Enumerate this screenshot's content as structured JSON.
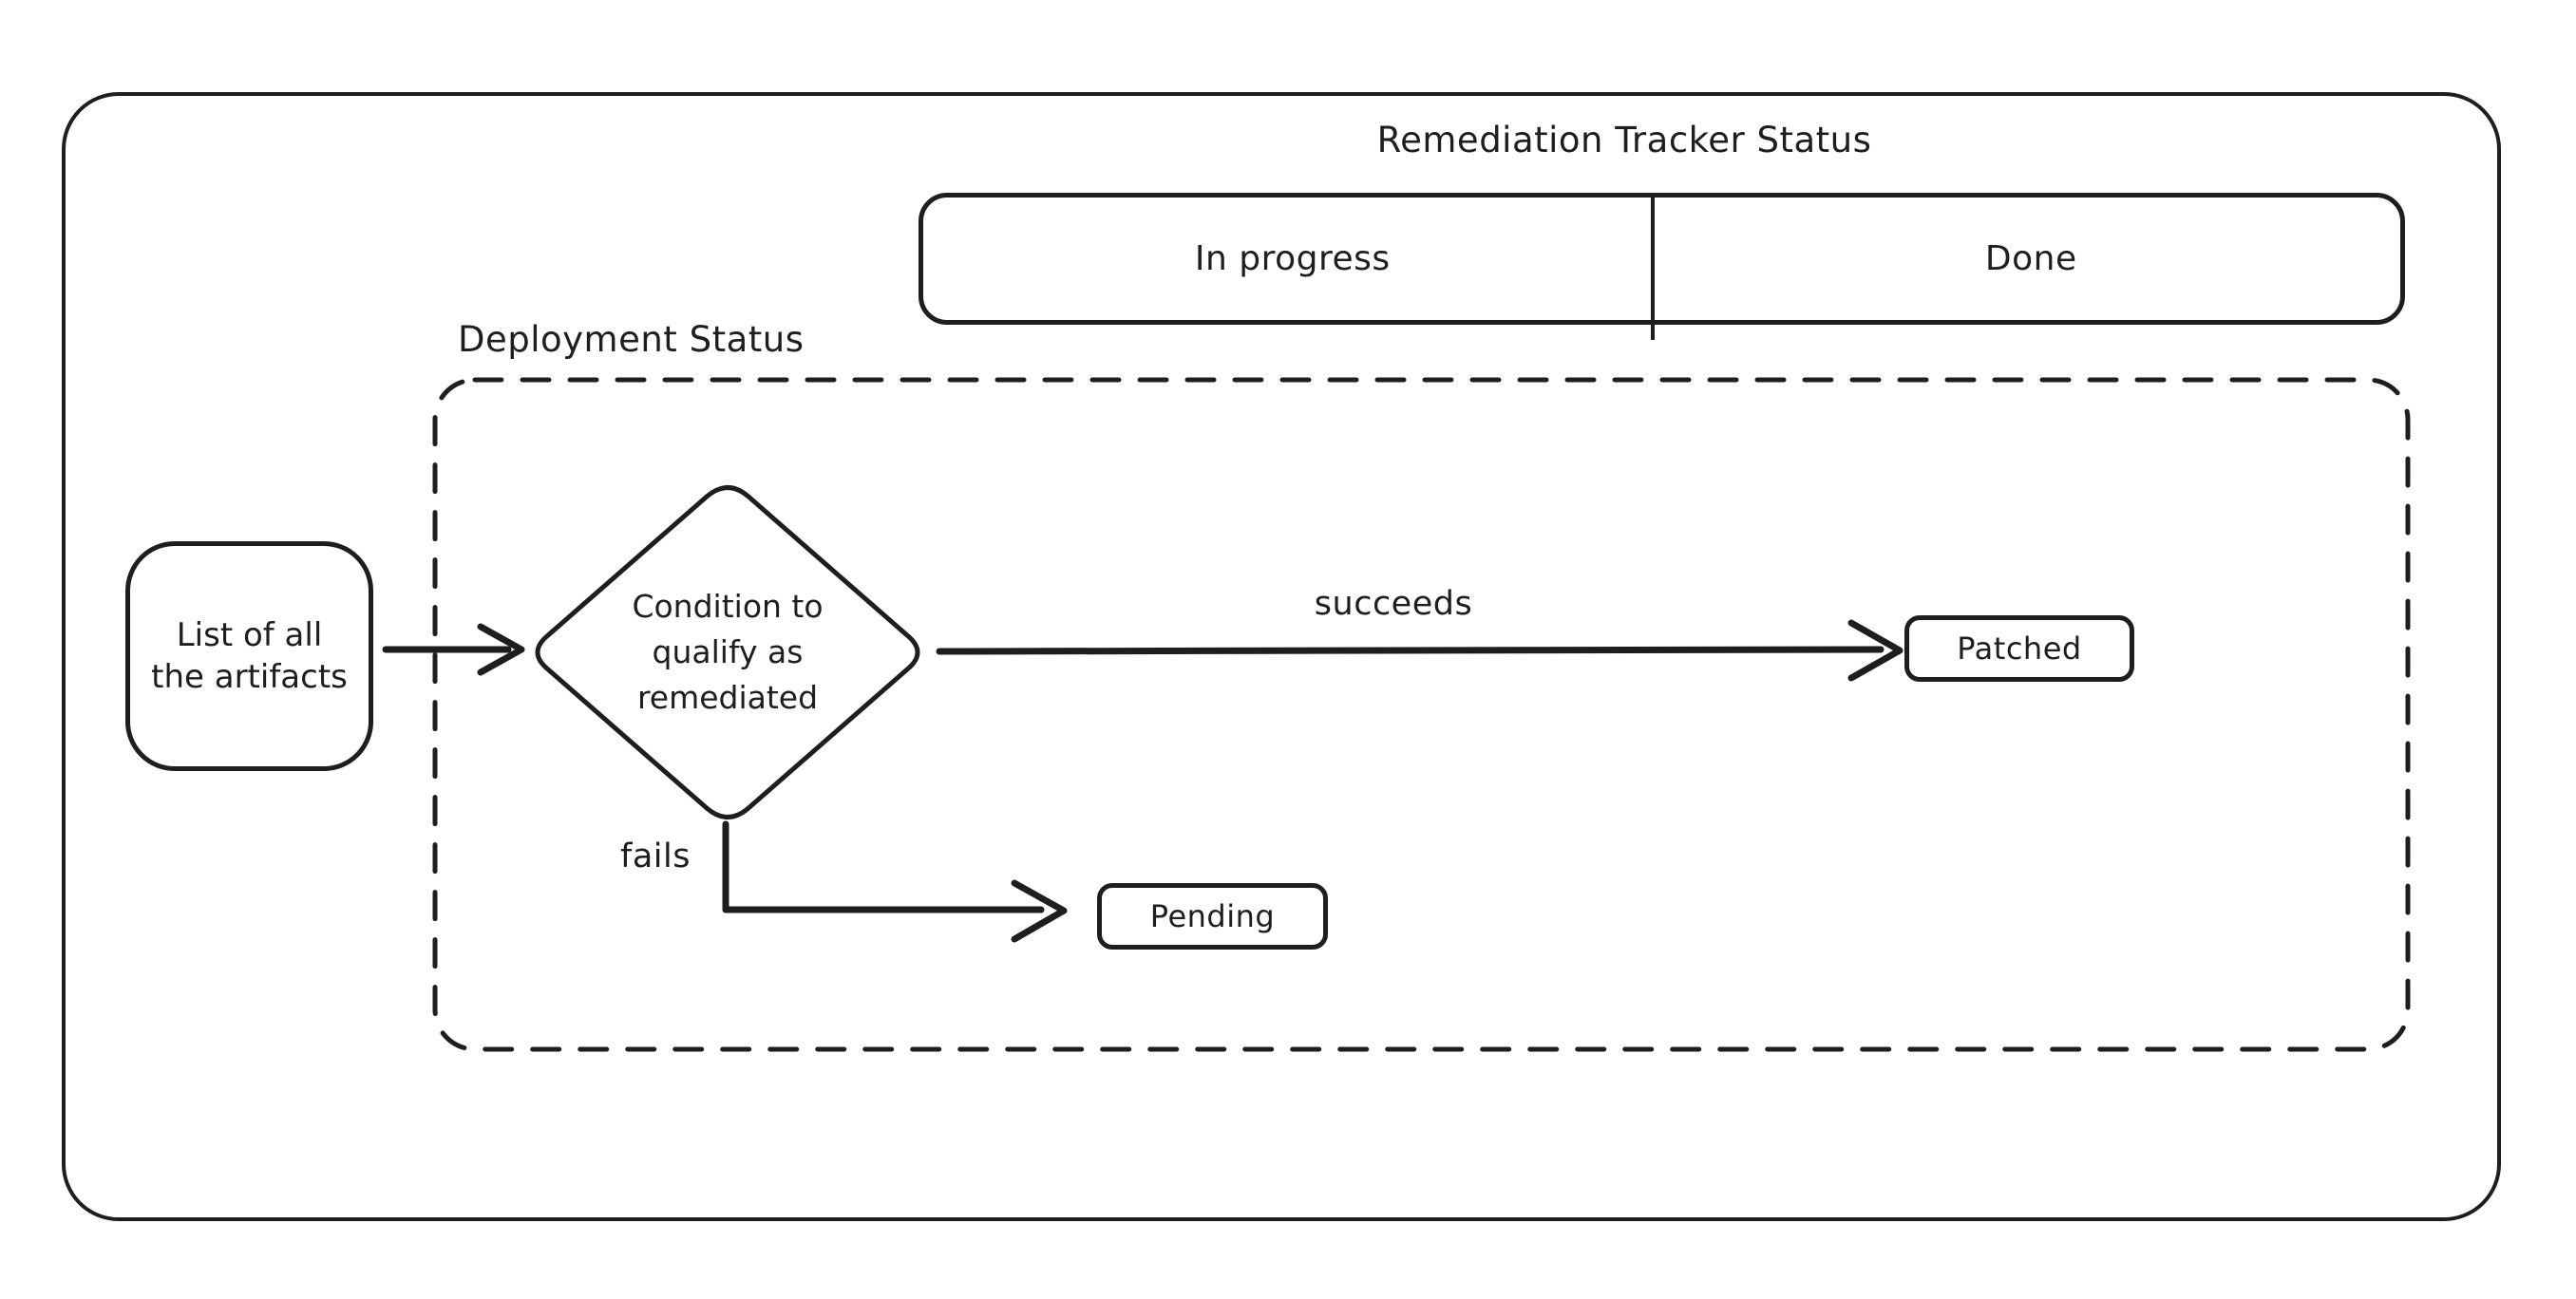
{
  "diagram": {
    "background": "#ffffff",
    "stroke_color": "#1e1e1e",
    "tracker": {
      "title": "Remediation Tracker Status",
      "columns": [
        {
          "label": "In progress"
        },
        {
          "label": "Done"
        }
      ]
    },
    "deployment": {
      "label": "Deployment Status",
      "artifacts_box": "List of all\nthe artifacts",
      "decision_diamond": "Condition to\nqualify as\nremediated",
      "succeeds_label": "succeeds",
      "fails_label": "fails",
      "patched_box": "Patched",
      "pending_box": "Pending"
    }
  }
}
